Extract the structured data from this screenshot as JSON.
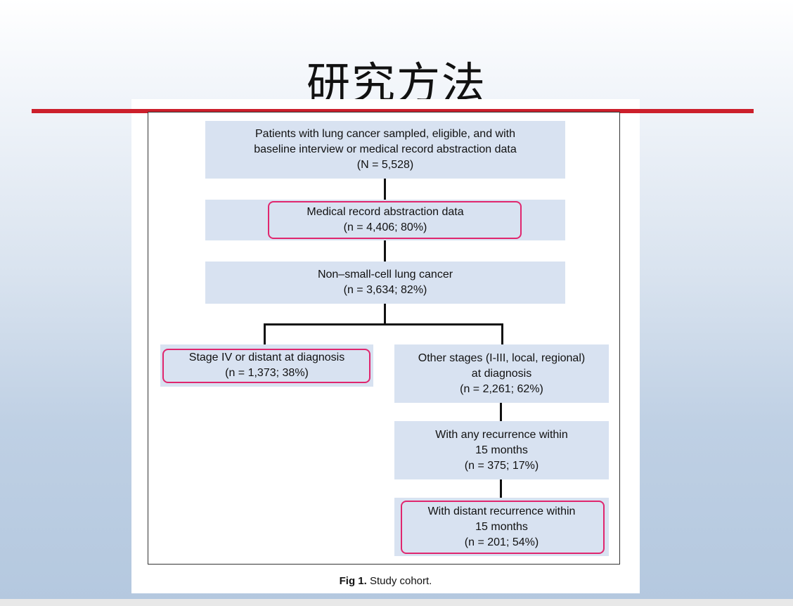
{
  "slide": {
    "title": "研究方法"
  },
  "flowchart": {
    "boxes": {
      "root": [
        "Patients with lung cancer sampled, eligible, and with",
        "baseline interview or medical record abstraction data",
        "(N = 5,528)"
      ],
      "medical": [
        "Medical record abstraction data",
        "(n = 4,406; 80%)"
      ],
      "nsclc": [
        "Non–small-cell lung cancer",
        "(n = 3,634; 82%)"
      ],
      "stage4": [
        "Stage IV or distant at diagnosis",
        "(n = 1,373; 38%)"
      ],
      "other": [
        "Other stages (I-III, local, regional)",
        "at diagnosis",
        "(n = 2,261; 62%)"
      ],
      "recurrence": [
        "With any recurrence within",
        "15 months",
        "(n = 375; 17%)"
      ],
      "distant": [
        "With distant recurrence within",
        "15 months",
        "(n = 201; 54%)"
      ]
    },
    "highlight_color": "#e0266e"
  },
  "caption": {
    "label": "Fig 1.",
    "text": " Study cohort."
  },
  "colors": {
    "box_fill": "#d8e2f1",
    "rule": "#cc1f2b"
  }
}
